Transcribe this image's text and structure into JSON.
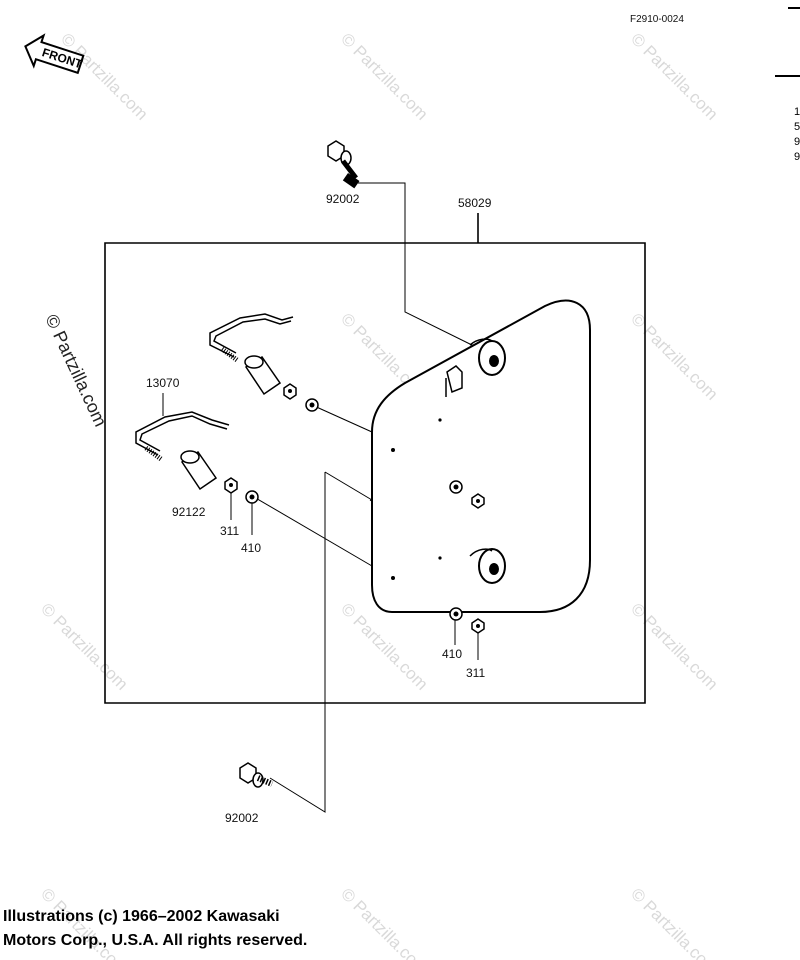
{
  "diagram": {
    "figure_code": "F2910-0024",
    "front_label": "FRONT",
    "watermark": "© Partzilla.com",
    "part_labels": {
      "bolt_top": "92002",
      "panel_assembly": "58029",
      "bracket": "13070",
      "collar": "92122",
      "nut_left": "311",
      "washer_left": "410",
      "washer_right": "410",
      "nut_right": "311",
      "bolt_bottom": "92002"
    },
    "edge_glyphs": [
      "1",
      "5",
      "9",
      "9"
    ]
  },
  "copyright": {
    "line1": "Illustrations (c) 1966–2002 Kawasaki",
    "line2": "Motors Corp., U.S.A.  All rights reserved."
  }
}
